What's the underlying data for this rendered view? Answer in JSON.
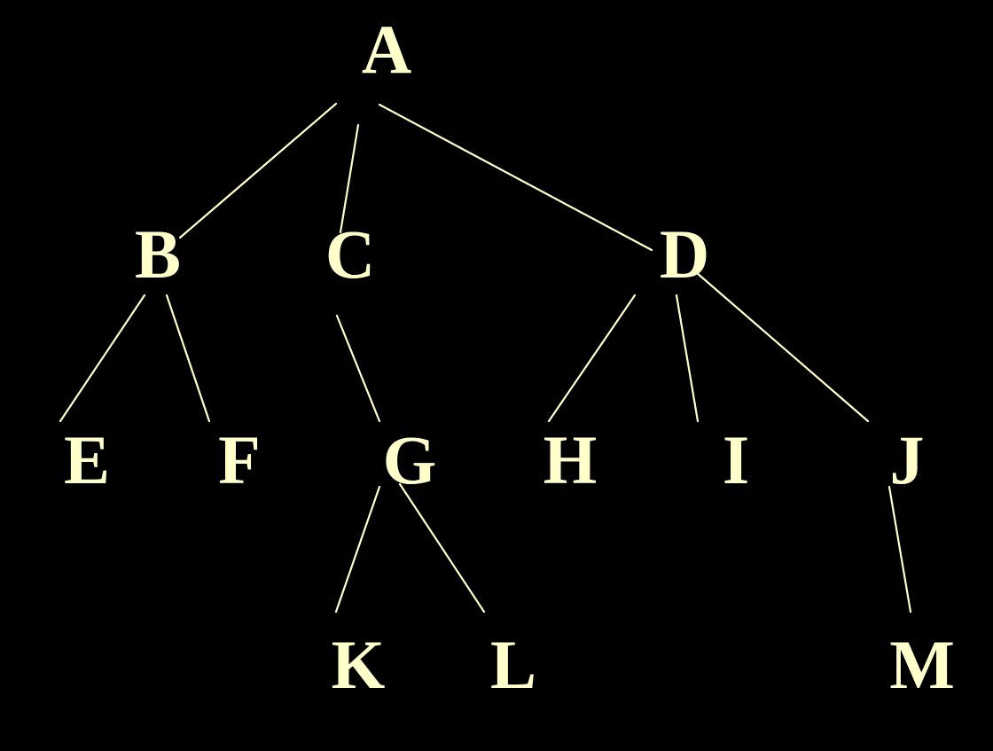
{
  "diagram": {
    "type": "tree",
    "colors": {
      "background": "#000000",
      "foreground": "#FFFFCC"
    },
    "nodes": [
      {
        "id": "A",
        "label": "A"
      },
      {
        "id": "B",
        "label": "B"
      },
      {
        "id": "C",
        "label": "C"
      },
      {
        "id": "D",
        "label": "D"
      },
      {
        "id": "E",
        "label": "E"
      },
      {
        "id": "F",
        "label": "F"
      },
      {
        "id": "G",
        "label": "G"
      },
      {
        "id": "H",
        "label": "H"
      },
      {
        "id": "I",
        "label": "I"
      },
      {
        "id": "J",
        "label": "J"
      },
      {
        "id": "K",
        "label": "K"
      },
      {
        "id": "L",
        "label": "L"
      },
      {
        "id": "M",
        "label": "M"
      }
    ],
    "edges": [
      {
        "from": "A",
        "to": "B"
      },
      {
        "from": "A",
        "to": "C"
      },
      {
        "from": "A",
        "to": "D"
      },
      {
        "from": "B",
        "to": "E"
      },
      {
        "from": "B",
        "to": "F"
      },
      {
        "from": "C",
        "to": "G"
      },
      {
        "from": "D",
        "to": "H"
      },
      {
        "from": "D",
        "to": "I"
      },
      {
        "from": "D",
        "to": "J"
      },
      {
        "from": "G",
        "to": "K"
      },
      {
        "from": "G",
        "to": "L"
      },
      {
        "from": "J",
        "to": "M"
      }
    ]
  }
}
